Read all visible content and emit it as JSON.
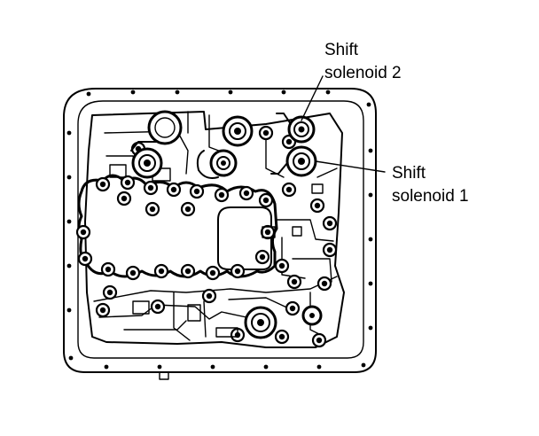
{
  "callouts": [
    {
      "id": "shift-solenoid-2",
      "lines": [
        "Shift",
        "solenoid 2"
      ]
    },
    {
      "id": "shift-solenoid-1",
      "lines": [
        "Shift",
        "solenoid 1"
      ]
    }
  ],
  "colors": {
    "background": "#ffffff",
    "ink": "#000000"
  }
}
